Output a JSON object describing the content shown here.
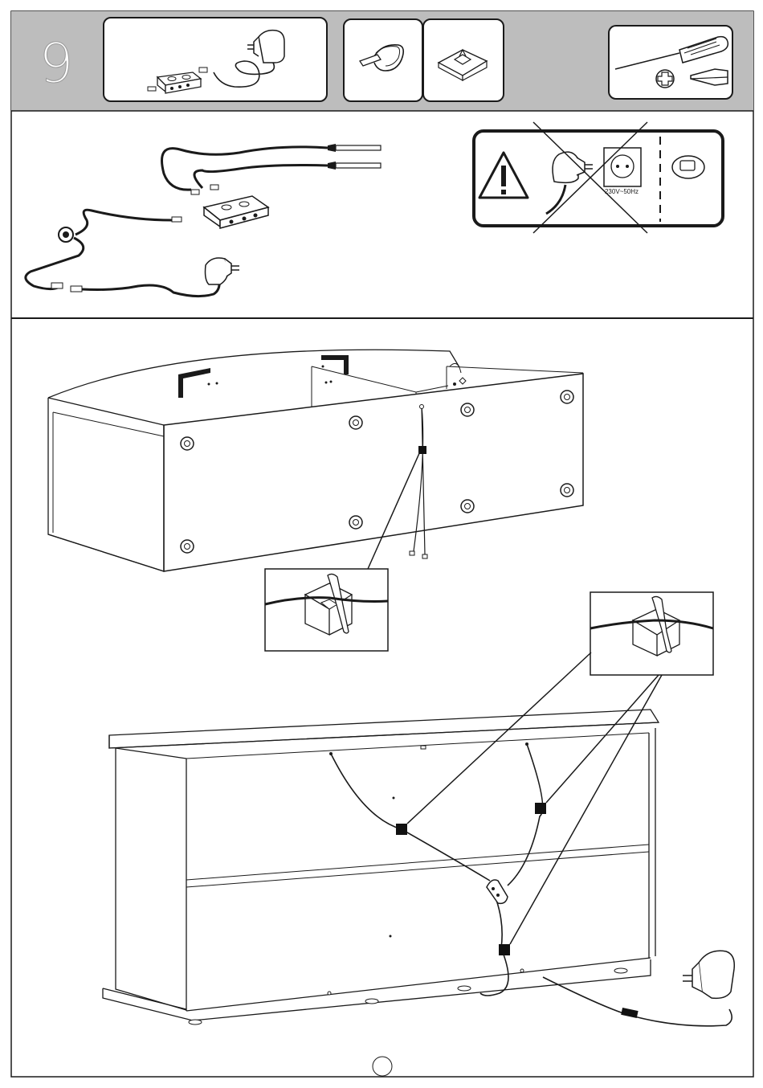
{
  "header": {
    "step_number": "9",
    "parts_boxes": [
      "power-adapter-and-led-driver",
      "cable-tie",
      "adhesive-cable-mount"
    ],
    "tools": [
      "screwdriver",
      "phillips-head",
      "flat-head"
    ]
  },
  "warning": {
    "socket_label": "230V~50Hz",
    "crossed_out": true
  },
  "footer": {
    "page_number": ""
  },
  "colors": {
    "line": "#1a1a1a",
    "header_band": "#bdbdbd",
    "fill_white": "#ffffff",
    "marker": "#111111"
  }
}
